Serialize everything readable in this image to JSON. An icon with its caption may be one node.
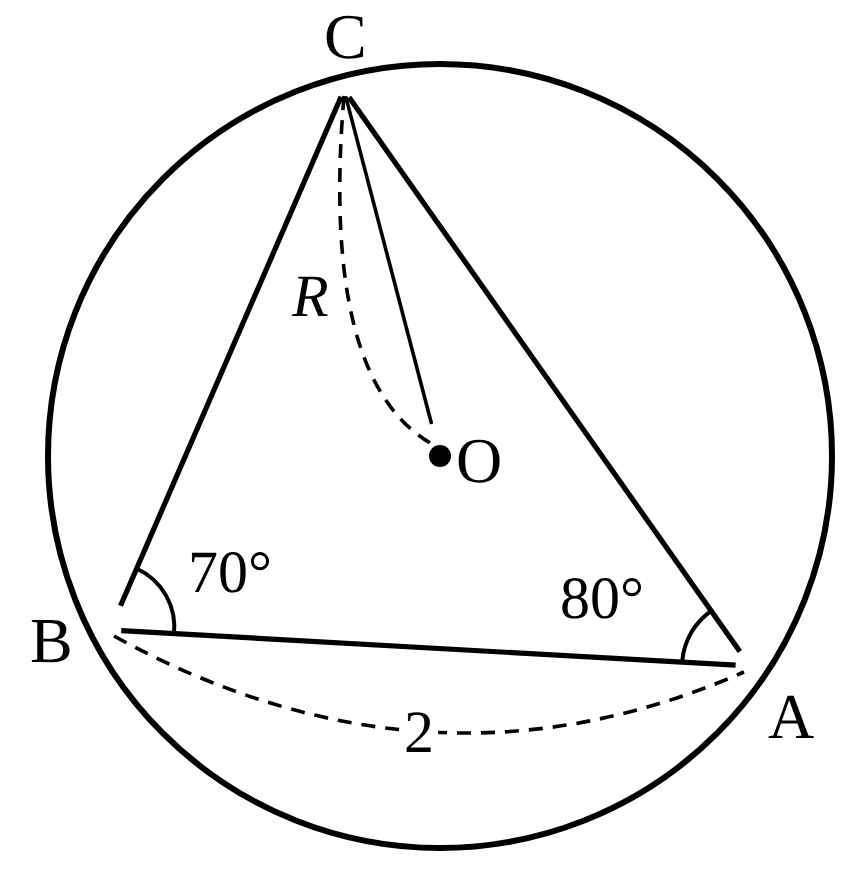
{
  "diagram": {
    "nodes": [
      {
        "text": [
          "C"
        ]
      },
      {
        "text": [
          "O"
        ]
      },
      {
        "text": [
          "B"
        ]
      },
      {
        "text": [
          "A"
        ]
      }
    ],
    "edges": [
      {
        "from": 0,
        "to": 2,
        "arrow": "none"
      },
      {
        "from": 2,
        "to": 3,
        "arrow": "none"
      },
      {
        "from": 3,
        "to": 0,
        "arrow": "none"
      },
      {
        "from": 0,
        "to": 1,
        "arrow": "none"
      }
    ],
    "labels": [
      "R",
      "70°",
      "80°",
      "2"
    ]
  }
}
